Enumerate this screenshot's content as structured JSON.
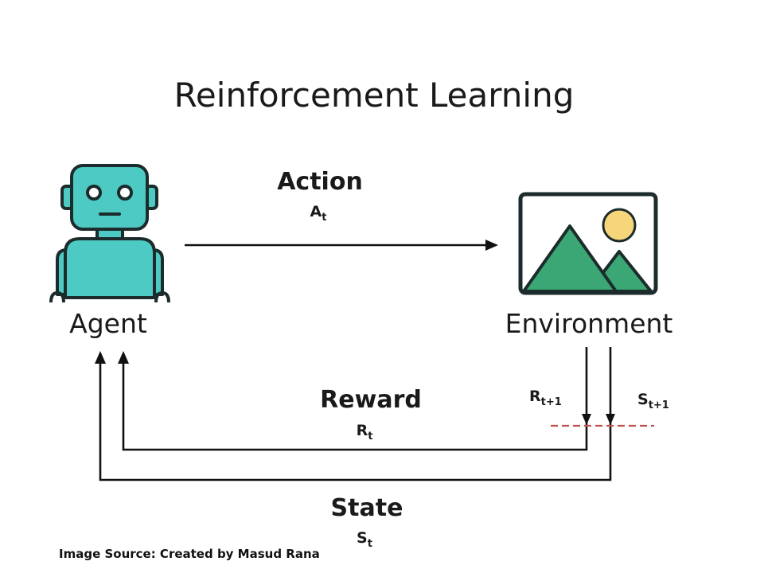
{
  "title": "Reinforcement Learning",
  "nodes": {
    "agent": {
      "label": "Agent",
      "icon": "robot-icon"
    },
    "environment": {
      "label": "Environment",
      "icon": "landscape-picture-icon"
    }
  },
  "edges": {
    "action": {
      "label": "Action",
      "symbol": "A",
      "subscript": "t"
    },
    "reward": {
      "label": "Reward",
      "symbol": "R",
      "subscript": "t"
    },
    "state": {
      "label": "State",
      "symbol": "S",
      "subscript": "t"
    },
    "next_reward": {
      "symbol": "R",
      "subscript": "t+1"
    },
    "next_state": {
      "symbol": "S",
      "subscript": "t+1"
    }
  },
  "credit": "Image Source: Created by Masud Rana",
  "colors": {
    "robot": "#4ecac5",
    "outline": "#1c2b2b",
    "mountain": "#3aa774",
    "sun": "#f7d57b",
    "time_step_divider": "#c0504d",
    "arrows": "#111111"
  }
}
